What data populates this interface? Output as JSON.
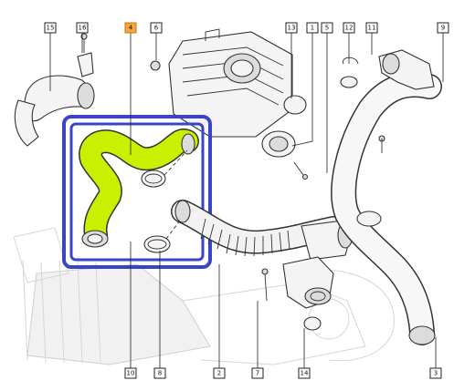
{
  "diagram": {
    "highlight_color": "#c8f000",
    "frame_color": "#3a45c6",
    "callouts": {
      "c15": "15",
      "c16": "16",
      "c4": "4",
      "c6": "6",
      "c13": "13",
      "c1": "1",
      "c5": "5",
      "c12": "12",
      "c11": "11",
      "c9": "9",
      "c10": "10",
      "c8": "8",
      "c2": "2",
      "c7": "7",
      "c14": "14",
      "c3": "3"
    },
    "highlighted_callout": "4"
  }
}
